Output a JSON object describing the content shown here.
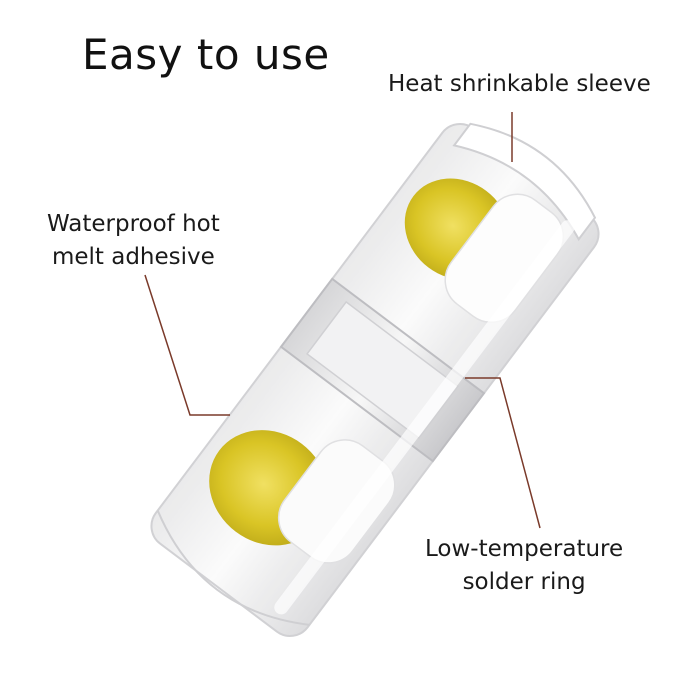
{
  "title": "Easy to use",
  "labels": {
    "sleeve": "Heat shrinkable sleeve",
    "adhesive_line1": "Waterproof hot",
    "adhesive_line2": "melt adhesive",
    "solder_line1": "Low-temperature",
    "solder_line2": "solder ring"
  },
  "colors": {
    "leader_line": "#7a3a2a",
    "adhesive_yellow": "#d9c21b",
    "sleeve_white": "#f4f4f4"
  }
}
